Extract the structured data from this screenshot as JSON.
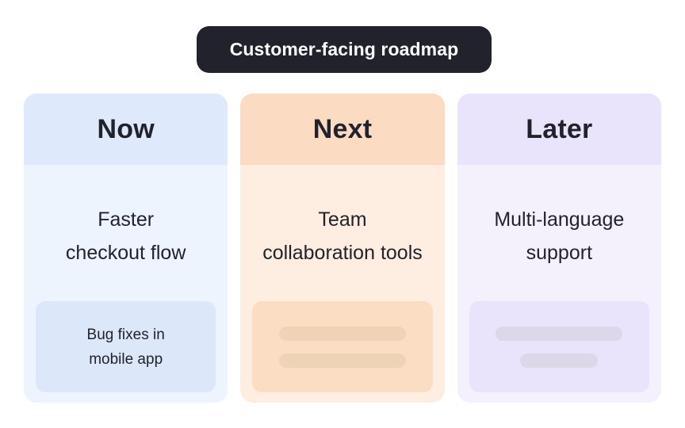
{
  "title": {
    "label": "Customer-facing roadmap",
    "background_color": "#22222c",
    "text_color": "#ffffff"
  },
  "columns": [
    {
      "id": "now",
      "heading": "Now",
      "summary": "Faster\ncheckout flow",
      "summary_line1": "Faster",
      "summary_line2": "checkout flow",
      "card": {
        "type": "text",
        "text_line1": "Bug fixes in",
        "text_line2": "mobile app",
        "background_color": "#dce8fa"
      },
      "header_color": "#dee9fb",
      "body_color": "#eef4fd"
    },
    {
      "id": "next",
      "heading": "Next",
      "summary_line1": "Team",
      "summary_line2": "collaboration tools",
      "card": {
        "type": "skeleton",
        "bars": [
          {
            "width_percent": 82
          },
          {
            "width_percent": 82
          }
        ],
        "background_color": "#fbddc3",
        "bar_color": "#eed3b6"
      },
      "header_color": "#fbdcc2",
      "body_color": "#fdeee1"
    },
    {
      "id": "later",
      "heading": "Later",
      "summary_line1": "Multi-language",
      "summary_line2": "support",
      "card": {
        "type": "skeleton",
        "bars": [
          {
            "width_percent": 82
          },
          {
            "width_percent": 50
          }
        ],
        "background_color": "#e9e4fb",
        "bar_color": "#dcd8ea"
      },
      "header_color": "#e9e4fb",
      "body_color": "#f4f1fd"
    }
  ]
}
